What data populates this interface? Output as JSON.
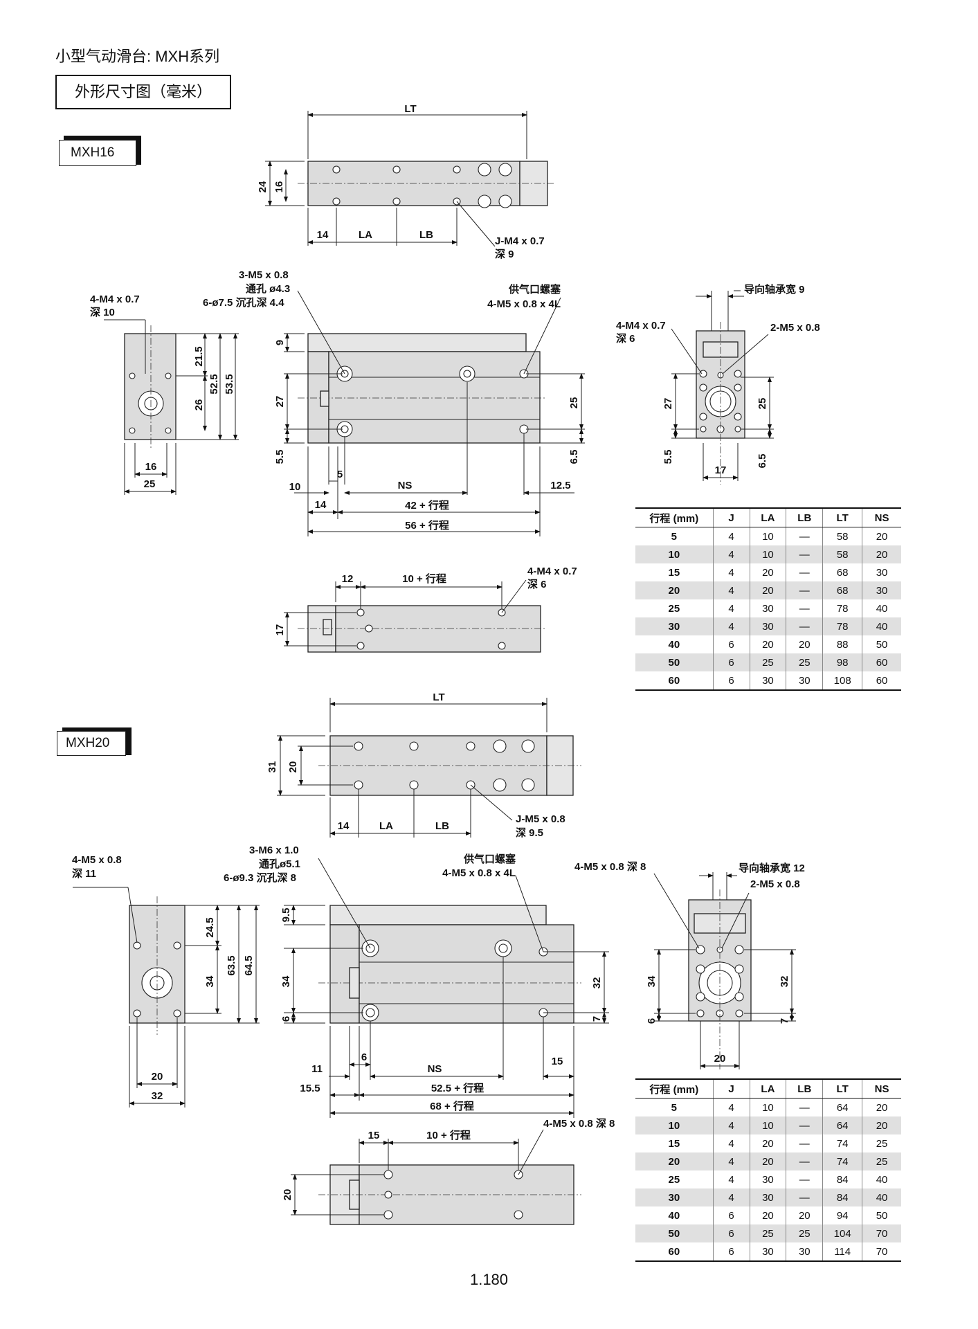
{
  "page_heading": "小型气动滑台: MXH系列",
  "section_title": "外形尺寸图（毫米）",
  "page_number": "1.180",
  "mxh16": {
    "model": "MXH16",
    "labels": {
      "lt": "LT",
      "h24": "24",
      "h16": "16",
      "d14": "14",
      "la": "LA",
      "lb": "LB",
      "j_thread": "J-M4 x 0.7",
      "j_depth": "深 9",
      "side_thread": "4-M4 x 0.7",
      "side_depth": "深 10",
      "side_21_5": "21.5",
      "side_52_5": "52.5",
      "side_53_5": "53.5",
      "side_26": "26",
      "side_16": "16",
      "side_25": "25",
      "hole_1": "3-M5 x 0.8",
      "hole_2": "通孔 ø4.3",
      "hole_3": "6-ø7.5 沉孔深 4.4",
      "port_1": "供气口螺塞",
      "port_2": "4-M5 x 0.8 x 4L",
      "f_9": "9",
      "f_27": "27",
      "f_5_5": "5.5",
      "f_25": "25",
      "f_6_5": "6.5",
      "f_10": "10",
      "f_5": "5",
      "ns": "NS",
      "f_12_5": "12.5",
      "f_14": "14",
      "f_42": "42 + 行程",
      "f_56": "56 + 行程",
      "e_guide": "导向轴承宽 9",
      "e_thread": "4-M4 x 0.7",
      "e_depth": "深 6",
      "e_2m5": "2-M5 x 0.8",
      "e_27": "27",
      "e_25": "25",
      "e_5_5": "5.5",
      "e_17": "17",
      "e_6_5": "6.5",
      "b_12": "12",
      "b_10": "10 + 行程",
      "b_thread": "4-M4 x 0.7",
      "b_depth": "深 6",
      "b_17": "17"
    },
    "table": {
      "headers": [
        "行程 (mm)",
        "J",
        "LA",
        "LB",
        "LT",
        "NS"
      ],
      "rows": [
        [
          "5",
          "4",
          "10",
          "—",
          "58",
          "20"
        ],
        [
          "10",
          "4",
          "10",
          "—",
          "58",
          "20"
        ],
        [
          "15",
          "4",
          "20",
          "—",
          "68",
          "30"
        ],
        [
          "20",
          "4",
          "20",
          "—",
          "68",
          "30"
        ],
        [
          "25",
          "4",
          "30",
          "—",
          "78",
          "40"
        ],
        [
          "30",
          "4",
          "30",
          "—",
          "78",
          "40"
        ],
        [
          "40",
          "6",
          "20",
          "20",
          "88",
          "50"
        ],
        [
          "50",
          "6",
          "25",
          "25",
          "98",
          "60"
        ],
        [
          "60",
          "6",
          "30",
          "30",
          "108",
          "60"
        ]
      ]
    }
  },
  "mxh20": {
    "model": "MXH20",
    "labels": {
      "lt": "LT",
      "h31": "31",
      "h20": "20",
      "d14": "14",
      "la": "LA",
      "lb": "LB",
      "j_thread": "J-M5 x 0.8",
      "j_depth": "深 9.5",
      "side_thread": "4-M5 x 0.8",
      "side_depth": "深 11",
      "side_24_5": "24.5",
      "side_63_5": "63.5",
      "side_64_5": "64.5",
      "side_34": "34",
      "side_20": "20",
      "side_32": "32",
      "hole_1": "3-M6 x 1.0",
      "hole_2": "通孔ø5.1",
      "hole_3": "6-ø9.3 沉孔深 8",
      "port_1": "供气口螺塞",
      "port_2": "4-M5 x 0.8 x 4L",
      "f_9_5": "9.5",
      "f_34": "34",
      "f_6": "6",
      "f_32": "32",
      "f_7": "7",
      "f_11": "11",
      "f_6b": "6",
      "ns": "NS",
      "f_15": "15",
      "f_15_5": "15.5",
      "f_52": "52.5 + 行程",
      "f_68": "68 + 行程",
      "e_thread": "4-M5 x 0.8 深 8",
      "e_guide": "导向轴承宽 12",
      "e_2m5": "2-M5 x 0.8",
      "e_34": "34",
      "e_32": "32",
      "e_6": "6",
      "e_7": "7",
      "e_20": "20",
      "b_15": "15",
      "b_10": "10 + 行程",
      "b_thread": "4-M5 x 0.8 深 8",
      "b_20": "20"
    },
    "table": {
      "headers": [
        "行程 (mm)",
        "J",
        "LA",
        "LB",
        "LT",
        "NS"
      ],
      "rows": [
        [
          "5",
          "4",
          "10",
          "—",
          "64",
          "20"
        ],
        [
          "10",
          "4",
          "10",
          "—",
          "64",
          "20"
        ],
        [
          "15",
          "4",
          "20",
          "—",
          "74",
          "25"
        ],
        [
          "20",
          "4",
          "20",
          "—",
          "74",
          "25"
        ],
        [
          "25",
          "4",
          "30",
          "—",
          "84",
          "40"
        ],
        [
          "30",
          "4",
          "30",
          "—",
          "84",
          "40"
        ],
        [
          "40",
          "6",
          "20",
          "20",
          "94",
          "50"
        ],
        [
          "50",
          "6",
          "25",
          "25",
          "104",
          "70"
        ],
        [
          "60",
          "6",
          "30",
          "30",
          "114",
          "70"
        ]
      ]
    }
  }
}
